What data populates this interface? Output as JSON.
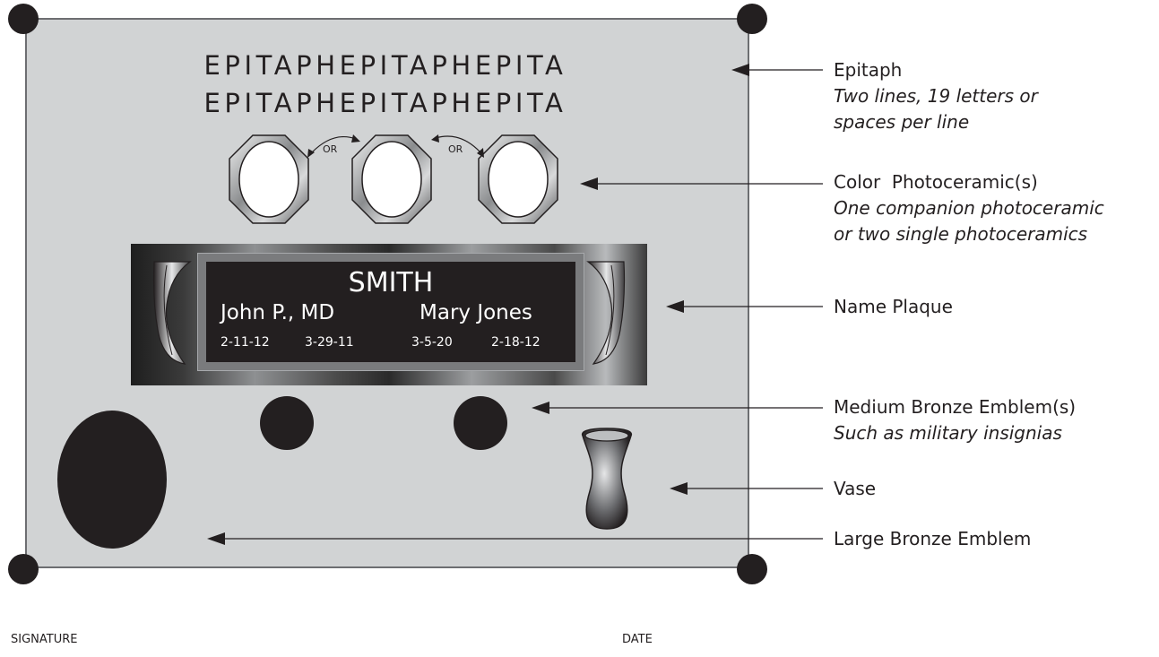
{
  "epitaph": {
    "line1": "EPITAPHEPITAPHEPITA",
    "line2": "EPITAPHEPITAPHEPITA"
  },
  "photo_options": {
    "or1": "OR",
    "or2": "OR"
  },
  "plaque": {
    "surname": "SMITH",
    "person1_name": "John P., MD",
    "person2_name": "Mary Jones",
    "person1_birth": "2-11-12",
    "person1_death": "3-29-11",
    "person2_birth": "3-5-20",
    "person2_death": "2-18-12"
  },
  "labels": {
    "epitaph": {
      "title": "Epitaph",
      "sub1": "Two lines, 19 letters or",
      "sub2": "spaces per line"
    },
    "photoceramic": {
      "title": "Color  Photoceramic(s)",
      "sub1": "One companion photoceramic",
      "sub2": "or two single photoceramics"
    },
    "name_plaque": {
      "title": "Name Plaque"
    },
    "medium_emblem": {
      "title": "Medium Bronze Emblem(s)",
      "sub1": "Such as military insignias"
    },
    "vase": {
      "title": "Vase"
    },
    "large_emblem": {
      "title": "Large Bronze Emblem"
    }
  },
  "footer": {
    "signature": "SIGNATURE",
    "date": "DATE"
  },
  "colors": {
    "panel": "#d1d3d4",
    "ink": "#231f20",
    "white": "#ffffff"
  }
}
